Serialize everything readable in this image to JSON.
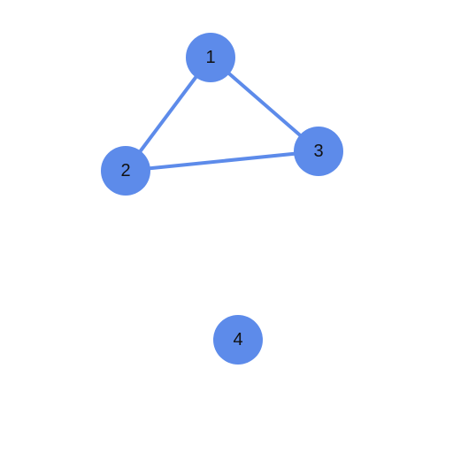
{
  "graph": {
    "node_color": "#5d8bea",
    "edge_color": "#5d8bea",
    "label_color": "#111111",
    "nodes": [
      {
        "id": "1",
        "label": "1"
      },
      {
        "id": "2",
        "label": "2"
      },
      {
        "id": "3",
        "label": "3"
      },
      {
        "id": "4",
        "label": "4"
      }
    ],
    "edges": [
      {
        "from": "1",
        "to": "2"
      },
      {
        "from": "1",
        "to": "3"
      },
      {
        "from": "2",
        "to": "3"
      }
    ]
  }
}
